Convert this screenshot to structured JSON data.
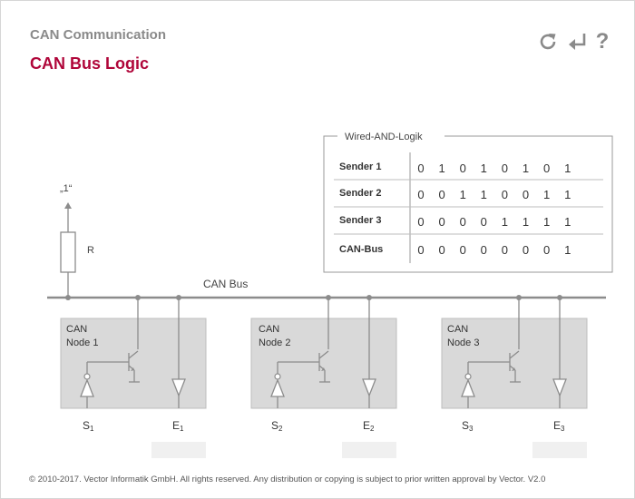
{
  "header": {
    "breadcrumb": "CAN Communication",
    "title": "CAN Bus Logic"
  },
  "toolbar": {
    "reload_icon": "reload-icon",
    "return_icon": "return-icon",
    "help_label": "?"
  },
  "diagram": {
    "bus_label": "CAN Bus",
    "pullup_label": "„1“",
    "resistor_label": "R",
    "nodes": [
      {
        "line1": "CAN",
        "line2": "Node 1",
        "send": "S",
        "send_sub": "1",
        "recv": "E",
        "recv_sub": "1"
      },
      {
        "line1": "CAN",
        "line2": "Node 2",
        "send": "S",
        "send_sub": "2",
        "recv": "E",
        "recv_sub": "2"
      },
      {
        "line1": "CAN",
        "line2": "Node 3",
        "send": "S",
        "send_sub": "3",
        "recv": "E",
        "recv_sub": "3"
      }
    ]
  },
  "logic_table": {
    "title": "Wired-AND-Logik",
    "rows": [
      {
        "label": "Sender 1",
        "bits": [
          "0",
          "1",
          "0",
          "1",
          "0",
          "1",
          "0",
          "1"
        ]
      },
      {
        "label": "Sender 2",
        "bits": [
          "0",
          "0",
          "1",
          "1",
          "0",
          "0",
          "1",
          "1"
        ]
      },
      {
        "label": "Sender 3",
        "bits": [
          "0",
          "0",
          "0",
          "0",
          "1",
          "1",
          "1",
          "1"
        ]
      },
      {
        "label": "CAN-Bus",
        "bits": [
          "0",
          "0",
          "0",
          "0",
          "0",
          "0",
          "0",
          "1"
        ]
      }
    ]
  },
  "footer": {
    "copyright": "© 2010-2017. Vector Informatik GmbH. All rights reserved. Any distribution or copying is subject to prior written approval by Vector. V2.0"
  },
  "colors": {
    "title": "#b0063a",
    "breadcrumb": "#8a8a8a",
    "node_box": "#d9d9d9",
    "wire": "#8c8c8c"
  }
}
